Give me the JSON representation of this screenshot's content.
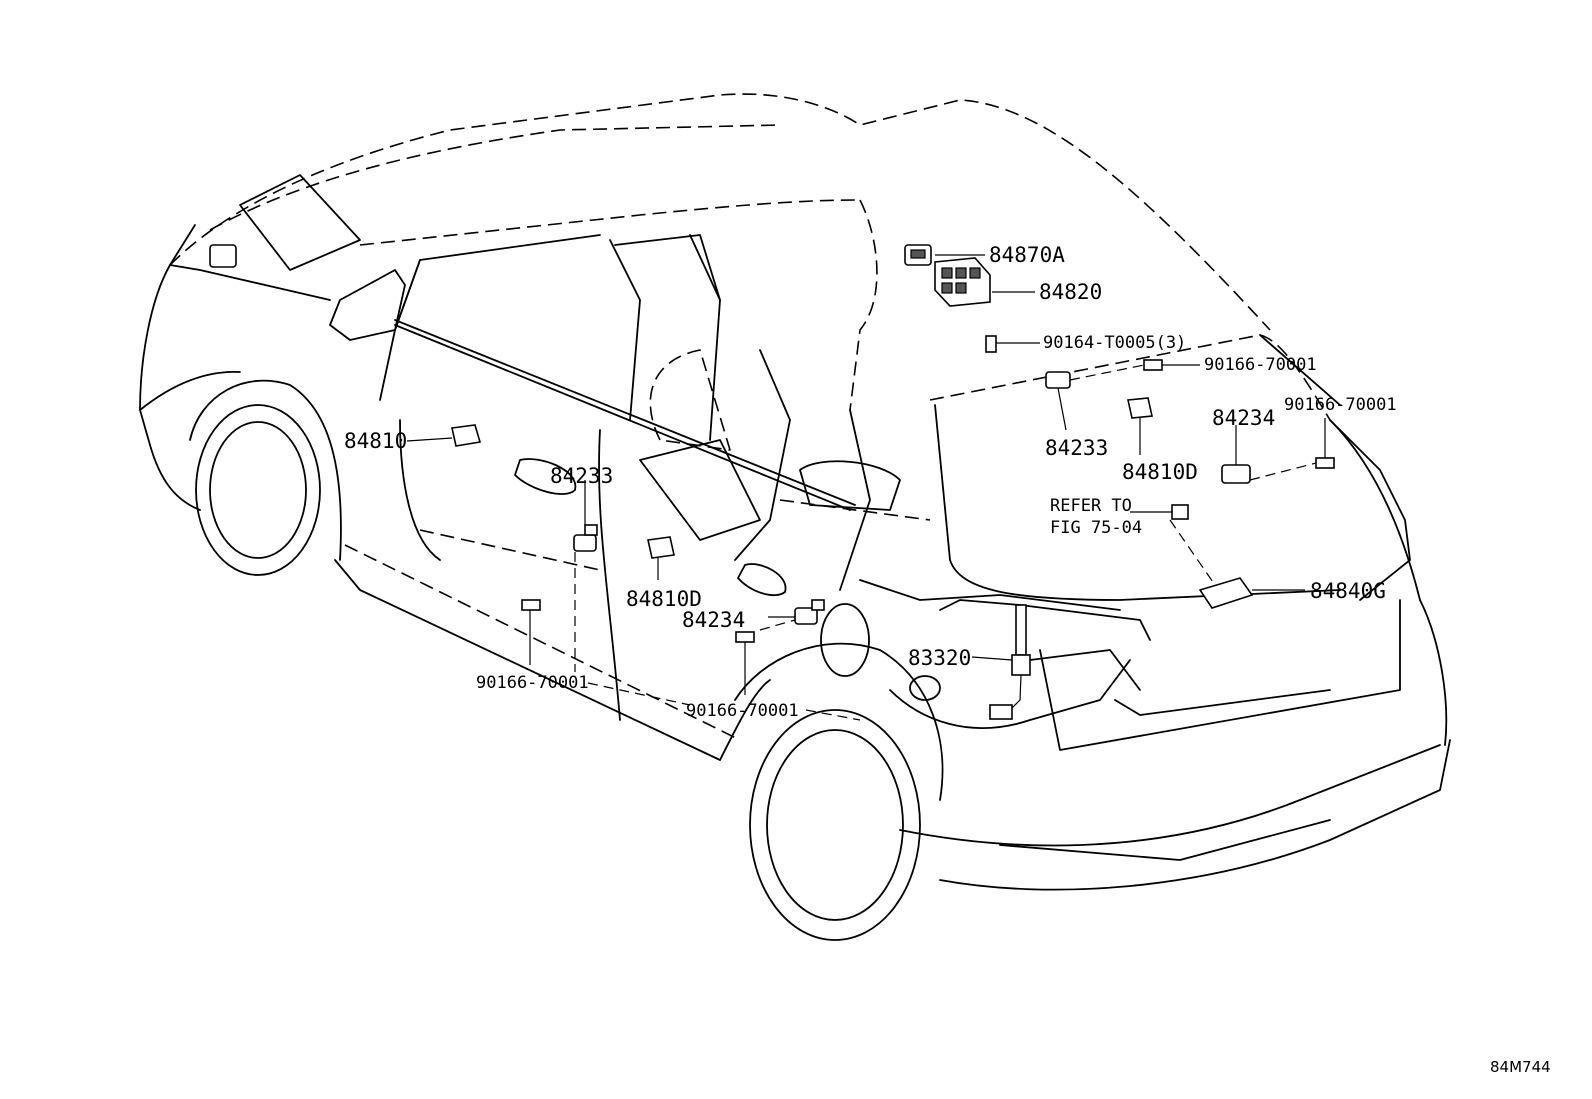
{
  "diagram": {
    "callouts": [
      {
        "id": "c-84870a",
        "text": "84870A"
      },
      {
        "id": "c-84820",
        "text": "84820"
      },
      {
        "id": "c-90164",
        "text": "90164-T0005(3)"
      },
      {
        "id": "c-90166-a",
        "text": "90166-70001"
      },
      {
        "id": "c-90166-b",
        "text": "90166-70001"
      },
      {
        "id": "c-84233-a",
        "text": "84233"
      },
      {
        "id": "c-84234-a",
        "text": "84234"
      },
      {
        "id": "c-84810d-a",
        "text": "84810D"
      },
      {
        "id": "c-84810",
        "text": "84810"
      },
      {
        "id": "c-84233-b",
        "text": "84233"
      },
      {
        "id": "c-refer1",
        "text": "REFER TO"
      },
      {
        "id": "c-refer2",
        "text": "FIG 75-04"
      },
      {
        "id": "c-84840g",
        "text": "84840G"
      },
      {
        "id": "c-84810d-b",
        "text": "84810D"
      },
      {
        "id": "c-84234-b",
        "text": "84234"
      },
      {
        "id": "c-83320",
        "text": "83320"
      },
      {
        "id": "c-90166-c",
        "text": "90166-70001"
      },
      {
        "id": "c-90166-d",
        "text": "90166-70001"
      }
    ],
    "figure_code": "84M744"
  }
}
